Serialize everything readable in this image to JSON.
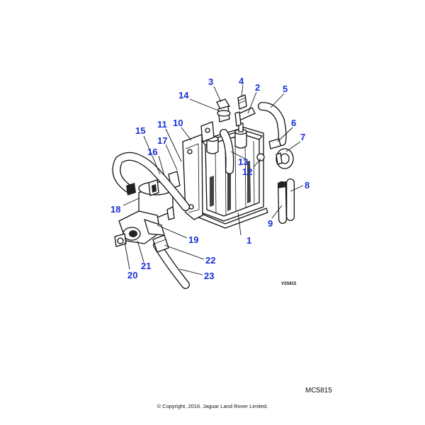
{
  "diagram": {
    "small_ref": "VS5815",
    "main_ref": "MC5815",
    "copyright": "© Copyright, 2016. Jaguar Land Rover Limited.",
    "callouts": [
      "1",
      "2",
      "3",
      "4",
      "5",
      "6",
      "7",
      "8",
      "9",
      "10",
      "11",
      "12",
      "13",
      "14",
      "15",
      "16",
      "17",
      "18",
      "19",
      "20",
      "21",
      "22",
      "23"
    ]
  }
}
